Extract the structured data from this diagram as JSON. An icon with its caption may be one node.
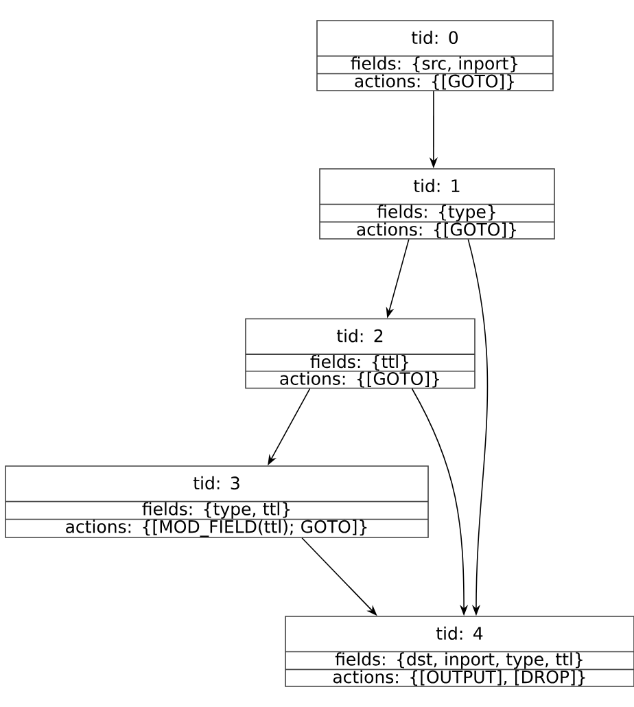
{
  "diagram": {
    "nodes": [
      {
        "text": [
          "tid: 0",
          "fields: {src, inport}",
          "actions: {[GOTO]}"
        ]
      },
      {
        "text": [
          "tid: 1",
          "fields: {type}",
          "actions: {[GOTO]}"
        ]
      },
      {
        "text": [
          "tid: 2",
          "fields: {ttl}",
          "actions: {[GOTO]}"
        ]
      },
      {
        "text": [
          "tid: 3",
          "fields: {type, ttl}",
          "actions: {[MOD_FIELD(ttl); GOTO]}"
        ]
      },
      {
        "text": [
          "tid: 4",
          "fields: {dst, inport, type, ttl}",
          "actions: {[OUTPUT], [DROP]}"
        ]
      }
    ],
    "edges": [
      {
        "from": 0,
        "to": 1,
        "arrow": "to"
      },
      {
        "from": 1,
        "to": 2,
        "arrow": "to"
      },
      {
        "from": 1,
        "to": 4,
        "arrow": "to"
      },
      {
        "from": 2,
        "to": 3,
        "arrow": "to"
      },
      {
        "from": 2,
        "to": 4,
        "arrow": "to"
      },
      {
        "from": 3,
        "to": 4,
        "arrow": "to"
      }
    ]
  }
}
